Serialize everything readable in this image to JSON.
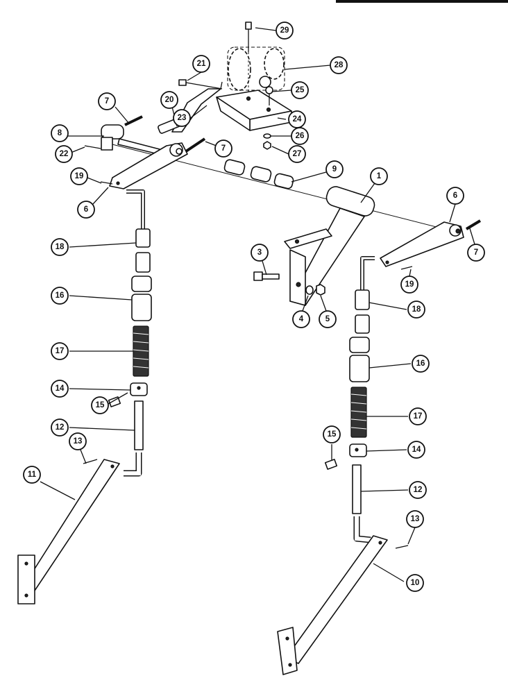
{
  "callouts": [
    {
      "id": "c29",
      "label": "29"
    },
    {
      "id": "c28",
      "label": "28"
    },
    {
      "id": "c21",
      "label": "21"
    },
    {
      "id": "c25",
      "label": "25"
    },
    {
      "id": "c7a",
      "label": "7"
    },
    {
      "id": "c20",
      "label": "20"
    },
    {
      "id": "c23",
      "label": "23"
    },
    {
      "id": "c24",
      "label": "24"
    },
    {
      "id": "c8",
      "label": "8"
    },
    {
      "id": "c26",
      "label": "26"
    },
    {
      "id": "c22",
      "label": "22"
    },
    {
      "id": "c7b",
      "label": "7"
    },
    {
      "id": "c27",
      "label": "27"
    },
    {
      "id": "c9",
      "label": "9"
    },
    {
      "id": "c19a",
      "label": "19"
    },
    {
      "id": "c1",
      "label": "1"
    },
    {
      "id": "c6a",
      "label": "6"
    },
    {
      "id": "c6b",
      "label": "6"
    },
    {
      "id": "c18a",
      "label": "18"
    },
    {
      "id": "c3",
      "label": "3"
    },
    {
      "id": "c7c",
      "label": "7"
    },
    {
      "id": "c19b",
      "label": "19"
    },
    {
      "id": "c16a",
      "label": "16"
    },
    {
      "id": "c18b",
      "label": "18"
    },
    {
      "id": "c4",
      "label": "4"
    },
    {
      "id": "c5",
      "label": "5"
    },
    {
      "id": "c17a",
      "label": "17"
    },
    {
      "id": "c16b",
      "label": "16"
    },
    {
      "id": "c14a",
      "label": "14"
    },
    {
      "id": "c15a",
      "label": "15"
    },
    {
      "id": "c17b",
      "label": "17"
    },
    {
      "id": "c12a",
      "label": "12"
    },
    {
      "id": "c15b",
      "label": "15"
    },
    {
      "id": "c14b",
      "label": "14"
    },
    {
      "id": "c13a",
      "label": "13"
    },
    {
      "id": "c11",
      "label": "11"
    },
    {
      "id": "c12b",
      "label": "12"
    },
    {
      "id": "c13b",
      "label": "13"
    },
    {
      "id": "c10",
      "label": "10"
    }
  ]
}
